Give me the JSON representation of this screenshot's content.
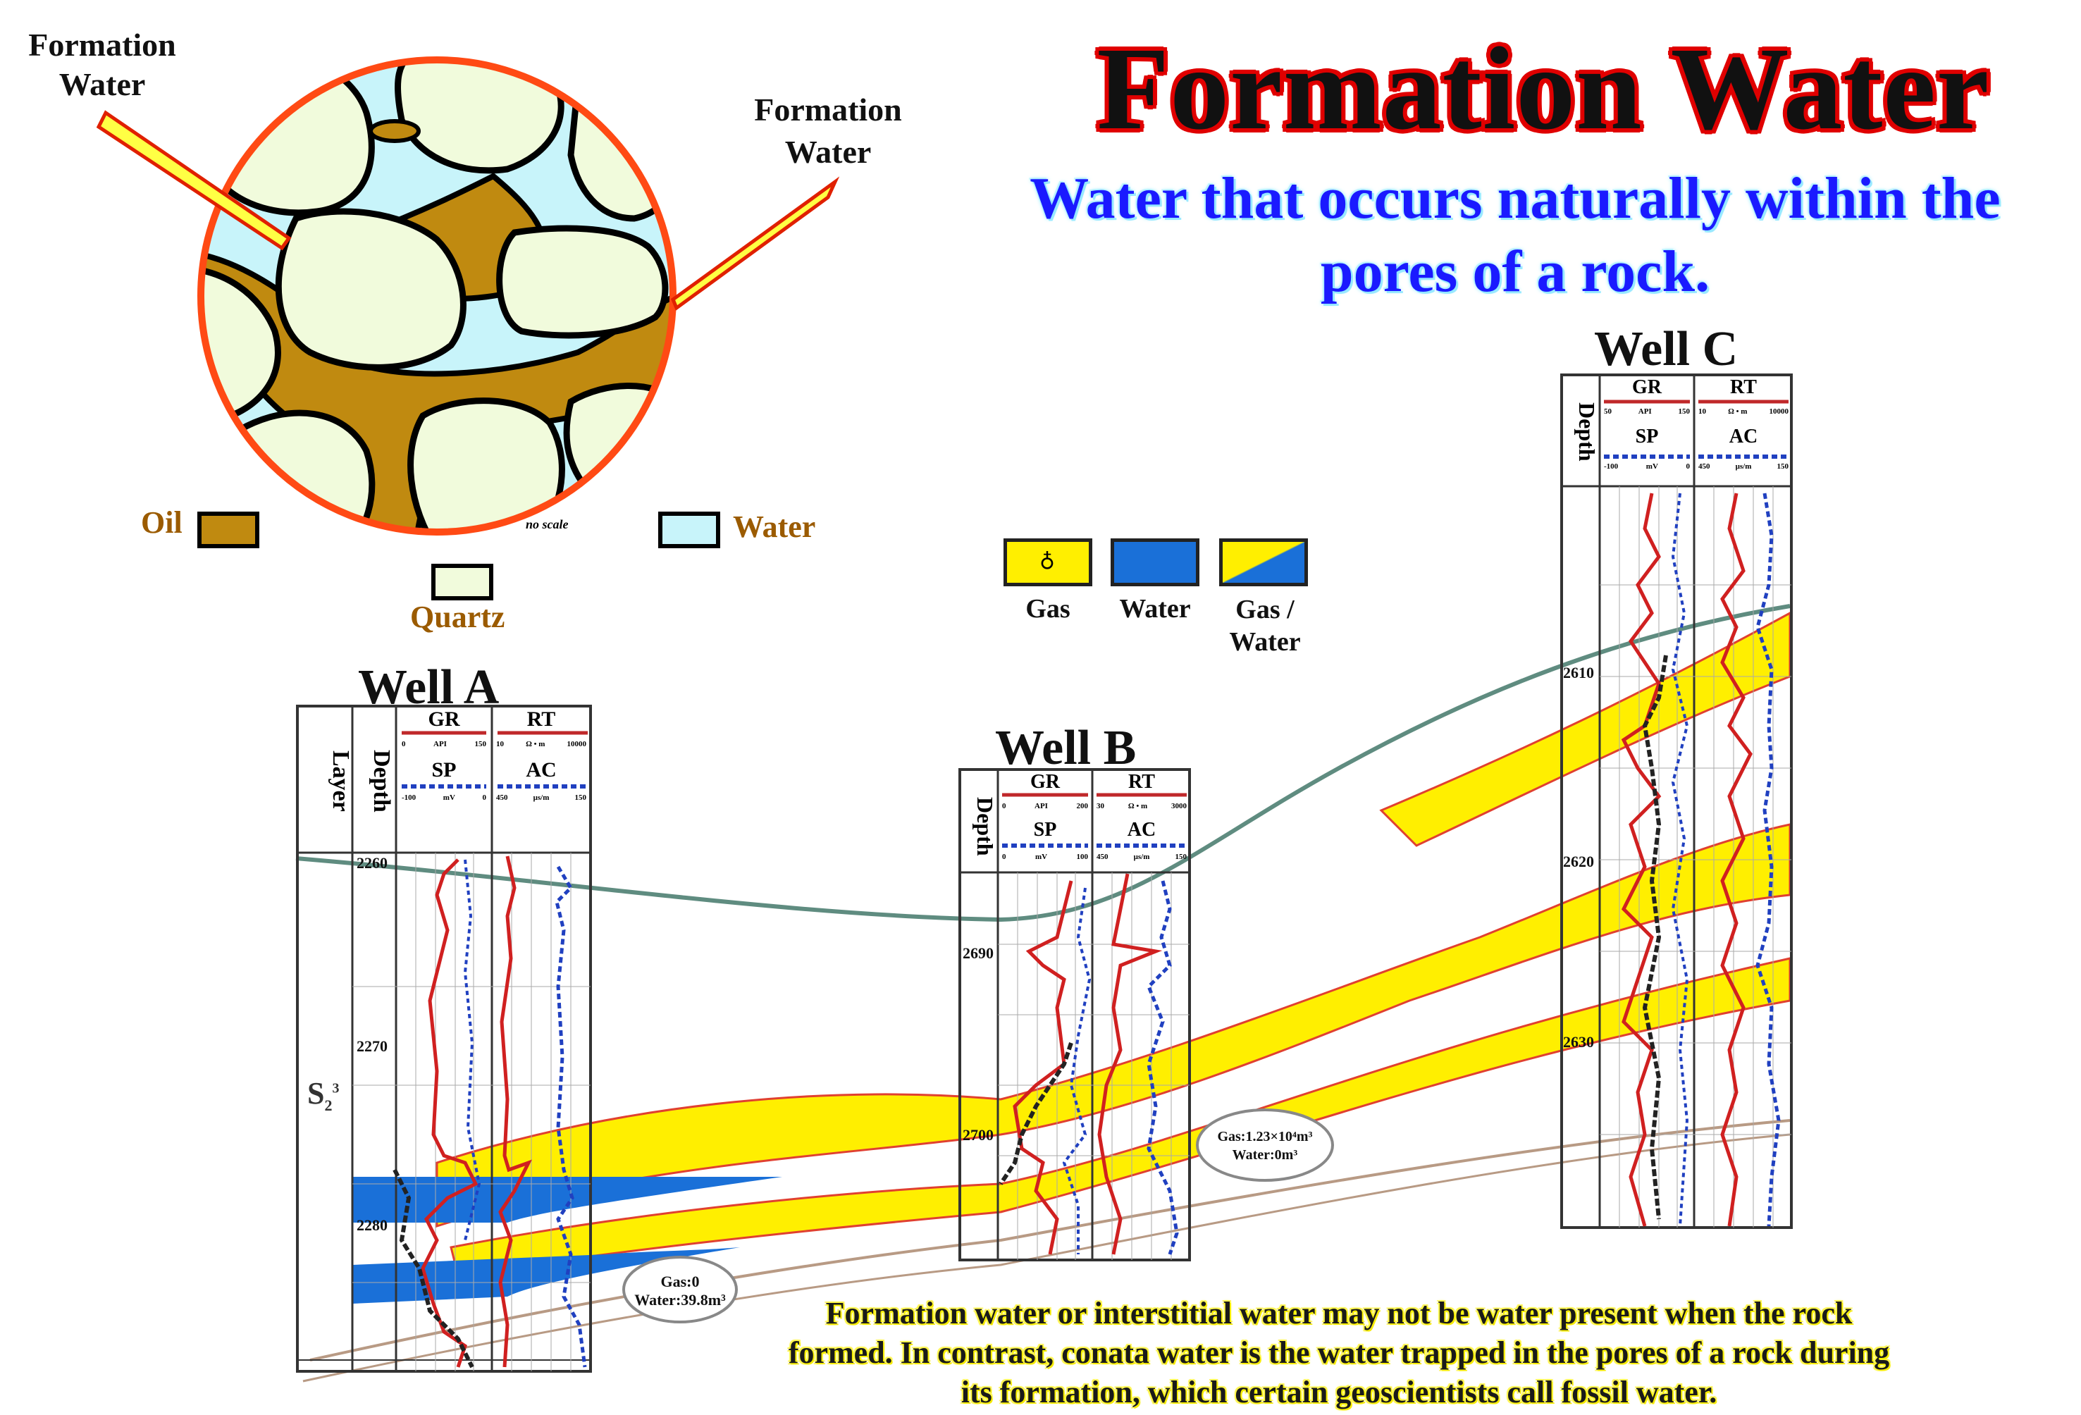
{
  "title": "Formation Water",
  "subtitle_line1": "Water that occurs naturally within the",
  "subtitle_line2": "pores of a rock.",
  "pore_diagram": {
    "label_left": [
      "Formation",
      "Water"
    ],
    "label_right": [
      "Formation",
      "Water"
    ],
    "scale_note": "no scale"
  },
  "pore_legend": {
    "oil": "Oil",
    "water": "Water",
    "quartz": "Quartz",
    "colors": {
      "oil": "#c08a10",
      "water": "#c8f4fa",
      "quartz": "#f1fbdc"
    }
  },
  "fluid_legend": {
    "gas": "Gas",
    "water": "Water",
    "gas_water_line1": "Gas /",
    "gas_water_line2": "Water",
    "colors": {
      "gas": "#ffef00",
      "water": "#1a70d8"
    }
  },
  "wells": {
    "a": {
      "name": "Well A",
      "col_layer": "Layer",
      "col_depth": "Depth",
      "gr": "GR",
      "gr_scale": [
        "0",
        "API",
        "150"
      ],
      "rt": "RT",
      "rt_scale": [
        "10",
        "Ω • m",
        "10000"
      ],
      "sp": "SP",
      "sp_scale": [
        "-100",
        "mV",
        "0"
      ],
      "ac": "AC",
      "ac_scale": [
        "450",
        "μs/m",
        "150"
      ],
      "depths": [
        "2260",
        "2270",
        "2280"
      ],
      "layer": "S",
      "layer_sub": "2",
      "layer_sup": "3",
      "result_line1": "Gas:0",
      "result_line2": "Water:39.8m³"
    },
    "b": {
      "name": "Well B",
      "col_depth": "Depth",
      "gr": "GR",
      "gr_scale": [
        "0",
        "API",
        "200"
      ],
      "rt": "RT",
      "rt_scale": [
        "30",
        "Ω • m",
        "3000"
      ],
      "sp": "SP",
      "sp_scale": [
        "0",
        "mV",
        "100"
      ],
      "ac": "AC",
      "ac_scale": [
        "450",
        "μs/m",
        "150"
      ],
      "depths": [
        "2690",
        "2700"
      ],
      "result_line1": "Gas:1.23×10⁴m³",
      "result_line2": "Water:0m³"
    },
    "c": {
      "name": "Well C",
      "col_depth": "Depth",
      "gr": "GR",
      "gr_scale": [
        "50",
        "API",
        "150"
      ],
      "rt": "RT",
      "rt_scale": [
        "10",
        "Ω • m",
        "10000"
      ],
      "sp": "SP",
      "sp_scale": [
        "-100",
        "mV",
        "0"
      ],
      "ac": "AC",
      "ac_scale": [
        "450",
        "μs/m",
        "150"
      ],
      "depths": [
        "2610",
        "2620",
        "2630"
      ]
    }
  },
  "note_line1": "Formation water or interstitial water may not be water present when the rock",
  "note_line2": "formed. In contrast, conata water is the water trapped in the pores of a rock during",
  "note_line3": "its formation, which certain geoscientists call fossil water."
}
